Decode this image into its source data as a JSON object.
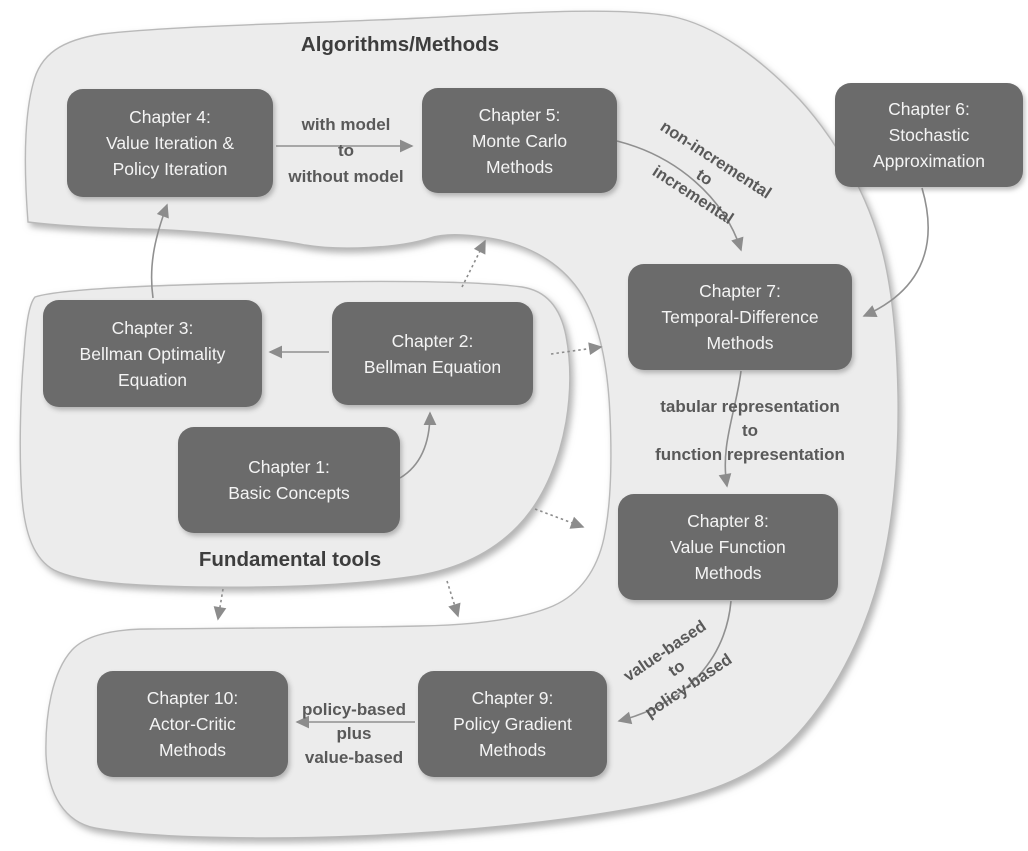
{
  "titles": {
    "algorithms": "Algorithms/Methods",
    "fundamental": "Fundamental tools"
  },
  "chapters": [
    {
      "key": "ch1",
      "lines": [
        "Chapter 1:",
        "Basic Concepts"
      ]
    },
    {
      "key": "ch2",
      "lines": [
        "Chapter 2:",
        "Bellman Equation"
      ]
    },
    {
      "key": "ch3",
      "lines": [
        "Chapter 3:",
        "Bellman Optimality",
        "Equation"
      ]
    },
    {
      "key": "ch4",
      "lines": [
        "Chapter 4:",
        "Value Iteration &",
        "Policy Iteration"
      ]
    },
    {
      "key": "ch5",
      "lines": [
        "Chapter 5:",
        "Monte Carlo",
        "Methods"
      ]
    },
    {
      "key": "ch6",
      "lines": [
        "Chapter 6:",
        "Stochastic",
        "Approximation"
      ]
    },
    {
      "key": "ch7",
      "lines": [
        "Chapter 7:",
        "Temporal-Difference",
        "Methods"
      ]
    },
    {
      "key": "ch8",
      "lines": [
        "Chapter 8:",
        "Value Function",
        "Methods"
      ]
    },
    {
      "key": "ch9",
      "lines": [
        "Chapter 9:",
        "Policy Gradient",
        "Methods"
      ]
    },
    {
      "key": "ch10",
      "lines": [
        "Chapter 10:",
        "Actor-Critic",
        "Methods"
      ]
    }
  ],
  "edge_labels": {
    "model_transition": [
      "with model",
      "to",
      "without model"
    ],
    "incremental_transition": [
      "non-incremental",
      "to",
      "incremental"
    ],
    "representation_transition": [
      "tabular representation",
      "to",
      "function representation"
    ],
    "value_policy_transition": [
      "value-based",
      "to",
      "policy-based"
    ],
    "actor_critic_combination": [
      "policy-based",
      "plus",
      "value-based"
    ]
  },
  "colors": {
    "box_fill": "#6b6b6b",
    "box_text": "#f4f4f4",
    "region_fill": "#ececec",
    "region_border": "#b9b9b9",
    "arrow_gray": "#8c8c8c",
    "edge_label_text": "#595959",
    "section_title_text": "#3d3d3d",
    "background": "#ffffff"
  }
}
